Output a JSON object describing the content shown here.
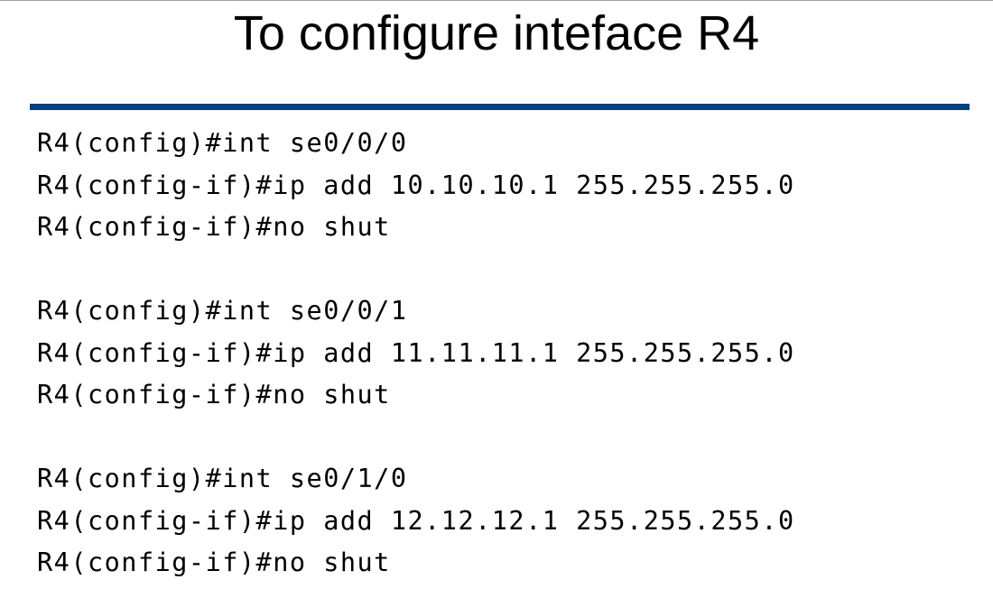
{
  "slide": {
    "title": "To configure inteface R4",
    "accent_color": "#00417a",
    "lines": [
      "R4(config)#int se0/0/0",
      "R4(config-if)#ip add 10.10.10.1 255.255.255.0",
      "R4(config-if)#no shut",
      "",
      "R4(config)#int se0/0/1",
      "R4(config-if)#ip add 11.11.11.1 255.255.255.0",
      "R4(config-if)#no shut",
      "",
      "R4(config)#int se0/1/0",
      "R4(config-if)#ip add 12.12.12.1 255.255.255.0",
      "R4(config-if)#no shut"
    ]
  }
}
